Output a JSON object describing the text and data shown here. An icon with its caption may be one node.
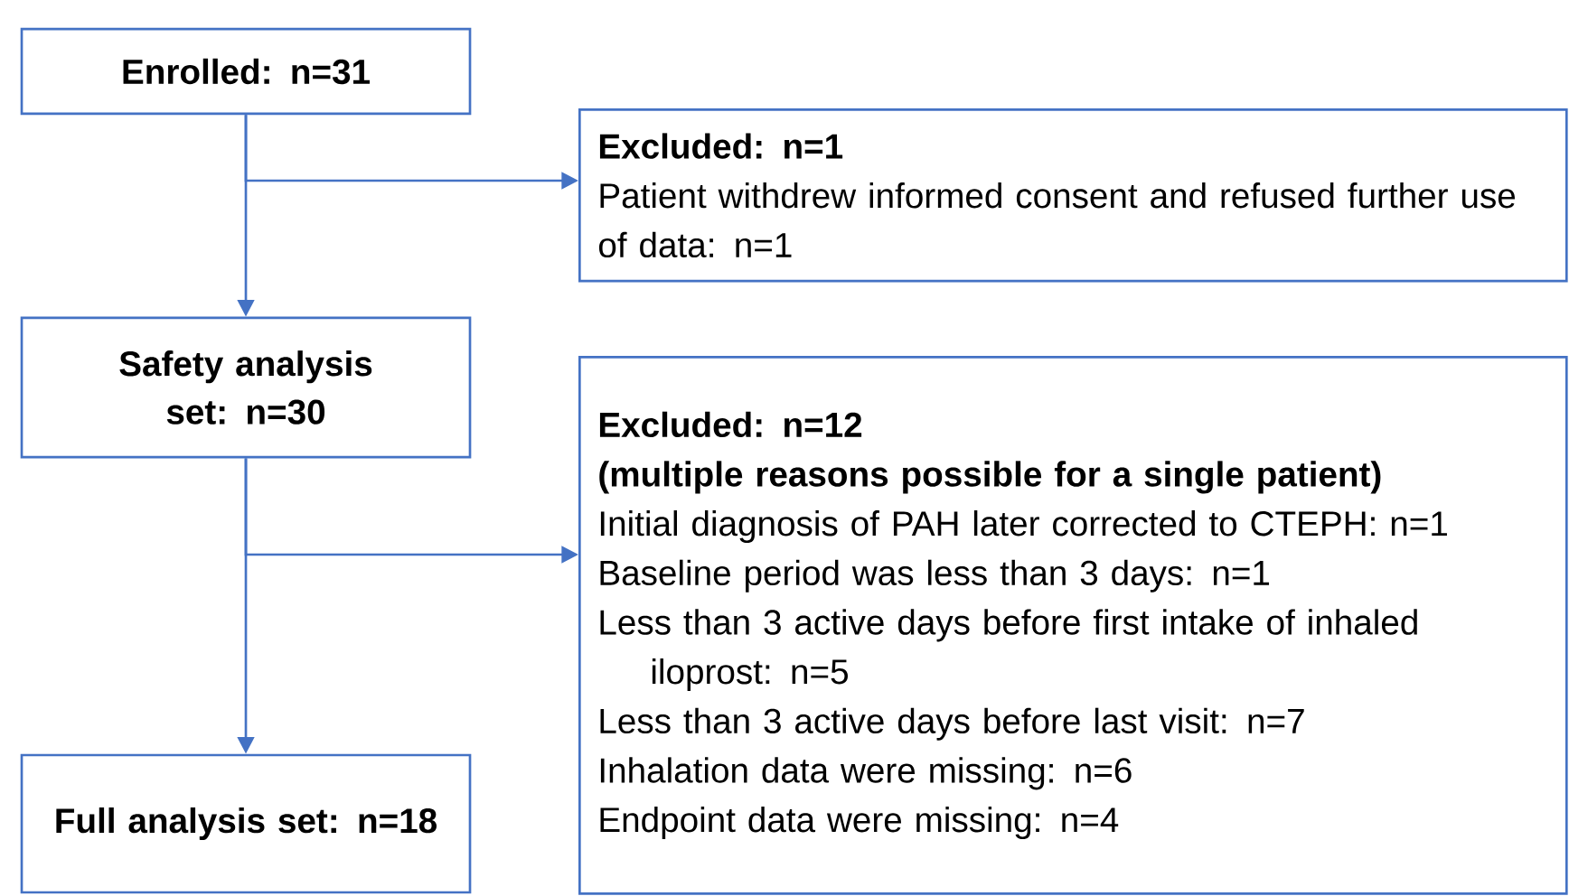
{
  "diagram": {
    "nodes": [
      {
        "text": [
          "Enrolled: n=31"
        ]
      },
      {
        "text": [
          "Excluded: n=1",
          "Patient withdrew informed consent and refused further use of data: n=1"
        ]
      },
      {
        "text": [
          "Safety analysis set: n=30"
        ]
      },
      {
        "text": [
          "Excluded: n=12",
          "(multiple reasons possible for a single patient)",
          "Initial diagnosis of PAH later corrected to CTEPH: n=1",
          "Baseline period was less than 3 days: n=1",
          "Less than 3 active days before first intake of inhaled iloprost: n=5",
          "Less than 3 active days before last visit: n=7",
          "Inhalation data were missing: n=6",
          "Endpoint data were missing: n=4"
        ]
      },
      {
        "text": [
          "Full analysis set: n=18"
        ]
      }
    ],
    "edges": [
      {
        "from": 0,
        "to": 2,
        "arrow": "to"
      },
      {
        "from": 0,
        "to": 1,
        "arrow": "to"
      },
      {
        "from": 2,
        "to": 4,
        "arrow": "to"
      },
      {
        "from": 2,
        "to": 3,
        "arrow": "to"
      }
    ]
  }
}
